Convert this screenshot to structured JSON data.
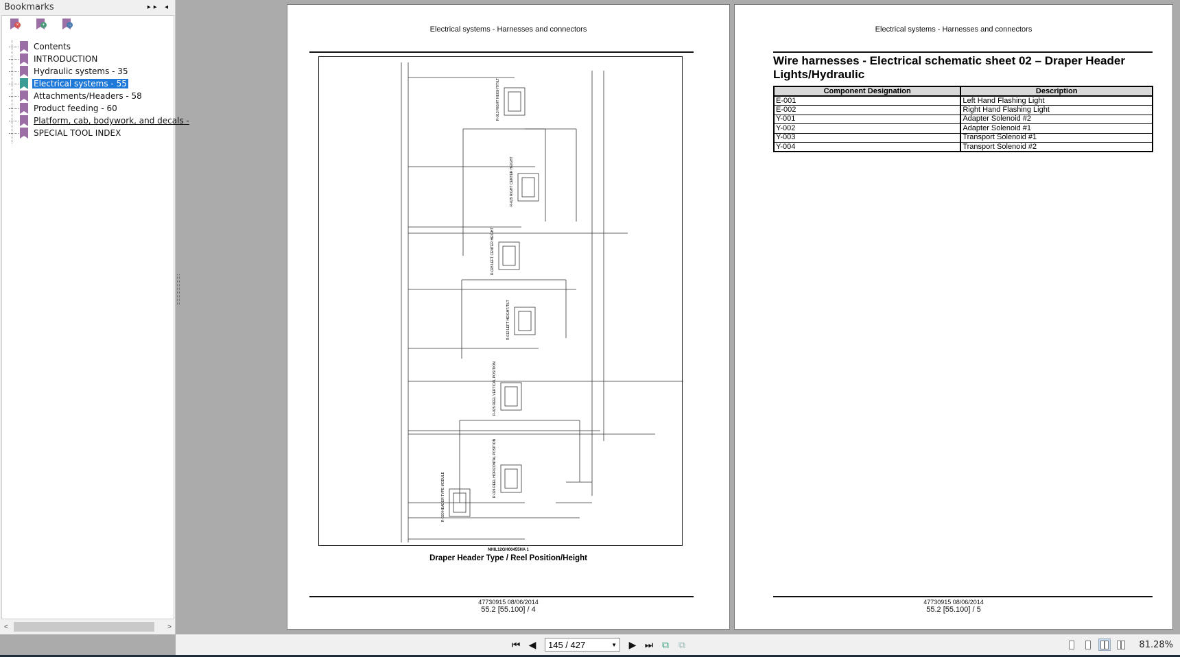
{
  "sidebar": {
    "title": "Bookmarks",
    "tools": [
      "delete-bookmark",
      "add-bookmark",
      "go-to-bookmark"
    ],
    "items": [
      {
        "label": "Contents"
      },
      {
        "label": "INTRODUCTION"
      },
      {
        "label": "Hydraulic systems - 35"
      },
      {
        "label": "Electrical systems - 55",
        "selected": true
      },
      {
        "label": "Attachments/Headers - 58"
      },
      {
        "label": "Product feeding - 60"
      },
      {
        "label": "Platform, cab, bodywork, and decals -"
      },
      {
        "label": "SPECIAL TOOL INDEX"
      }
    ]
  },
  "page_left": {
    "header": "Electrical systems - Harnesses and connectors",
    "figure_id": "NHIL12GH00455HA    1",
    "caption": "Draper Header Type / Reel Position/Height",
    "footer_doc": "47730915 08/06/2014",
    "footer_page": "55.2 [55.100] / 4",
    "components": [
      "R-013 RIGHT HEIGHT/TILT",
      "R-029 RIGHT CENTER HEIGHT",
      "R-028 LEFT CENTER HEIGHT",
      "R-012 LEFT HEIGHT/TILT",
      "R-025 REEL VERTICAL POSITION",
      "R-024 REEL HORIZONTAL POSITION",
      "R-030 HEADER TYPE MODULE"
    ]
  },
  "page_right": {
    "header": "Electrical systems - Harnesses and connectors",
    "title": "Wire harnesses - Electrical schematic sheet 02 – Draper Header Lights/Hydraulic",
    "table": {
      "columns": [
        "Component Designation",
        "Description"
      ],
      "rows": [
        [
          "E-001",
          "Left Hand Flashing Light"
        ],
        [
          "E-002",
          "Right Hand Flashing Light"
        ],
        [
          "Y-001",
          "Adapter Solenoid #2"
        ],
        [
          "Y-002",
          "Adapter Solenoid #1"
        ],
        [
          "Y-003",
          "Transport Solenoid #1"
        ],
        [
          "Y-004",
          "Transport Solenoid #2"
        ]
      ]
    },
    "footer_doc": "47730915 08/06/2014",
    "footer_page": "55.2 [55.100] / 5"
  },
  "toolbar": {
    "page_value": "145 / 427",
    "zoom": "81.28%",
    "view_mode_active": "two-page"
  }
}
